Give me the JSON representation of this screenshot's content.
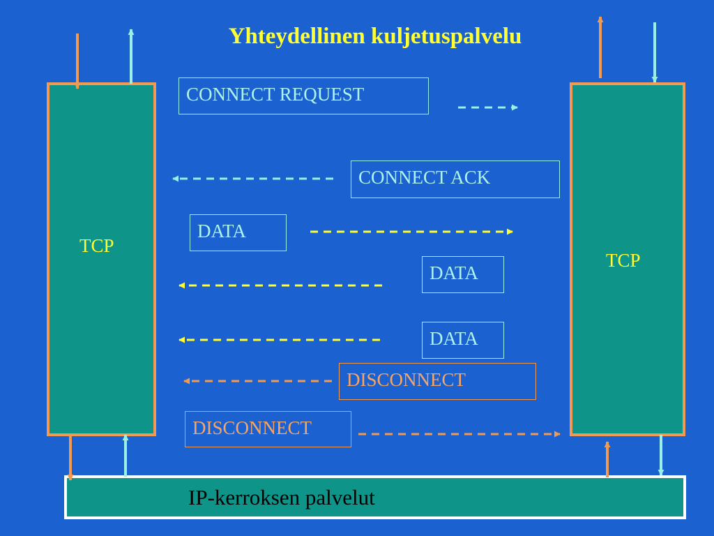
{
  "title": "Yhteydellinen kuljetuspalvelu",
  "left_layer": {
    "label": "TCP"
  },
  "right_layer": {
    "label": "TCP"
  },
  "messages": [
    {
      "label": "CONNECT REQUEST"
    },
    {
      "label": "CONNECT ACK"
    },
    {
      "label": "DATA"
    },
    {
      "label": "DATA"
    },
    {
      "label": "DATA"
    },
    {
      "label": "DISCONNECT"
    },
    {
      "label": "DISCONNECT"
    }
  ],
  "ip_layer": {
    "label": "IP-kerroksen palvelut"
  },
  "colors": {
    "background": "#1b62d0",
    "box_fill": "#0e9488",
    "box_border": "#f39a52",
    "cyan": "#9bf0e6",
    "orange": "#f39a52",
    "yellow": "#ffff33"
  }
}
